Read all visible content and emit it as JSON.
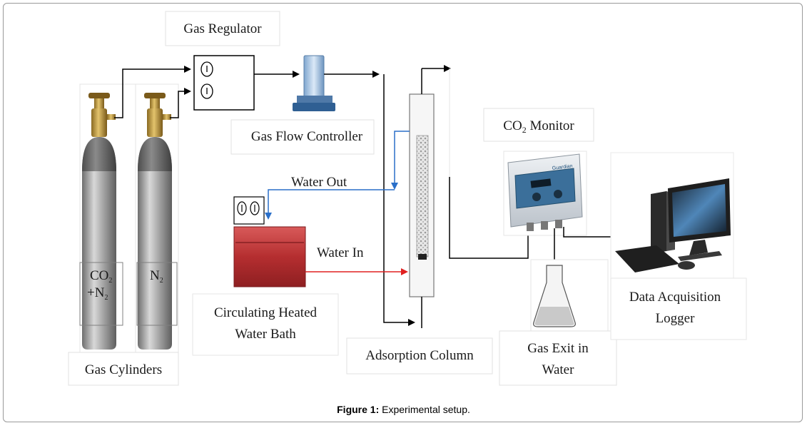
{
  "labels": {
    "gas_regulator": "Gas Regulator",
    "gas_flow_controller": "Gas Flow Controller",
    "co2_monitor_prefix": "CO",
    "co2_monitor_sub": "2",
    "co2_monitor_suffix": " Monitor",
    "water_out": "Water Out",
    "water_in": "Water In",
    "bath_line1": "Circulating Heated",
    "bath_line2": "Water Bath",
    "adsorption_column": "Adsorption Column",
    "gas_exit_line1": "Gas Exit in",
    "gas_exit_line2": "Water",
    "logger_line1": "Data Acquisition",
    "logger_line2": "Logger",
    "gas_cylinders": "Gas Cylinders",
    "cyl1_line1_main": "CO",
    "cyl1_line1_sub": "2",
    "cyl1_line2_main": "+N",
    "cyl1_line2_sub": "2",
    "cyl2_main": "N",
    "cyl2_sub": "2",
    "monitor_brand": "Guardian"
  },
  "caption": {
    "label": "Figure 1:",
    "text": " Experimental setup."
  },
  "colors": {
    "water_out_line": "#2a6fc9",
    "water_in_line": "#e02020",
    "gas_line": "#000000",
    "bath": "#c0393b",
    "cylinder": "#8f8f8f",
    "valve": "#c9a34a"
  }
}
